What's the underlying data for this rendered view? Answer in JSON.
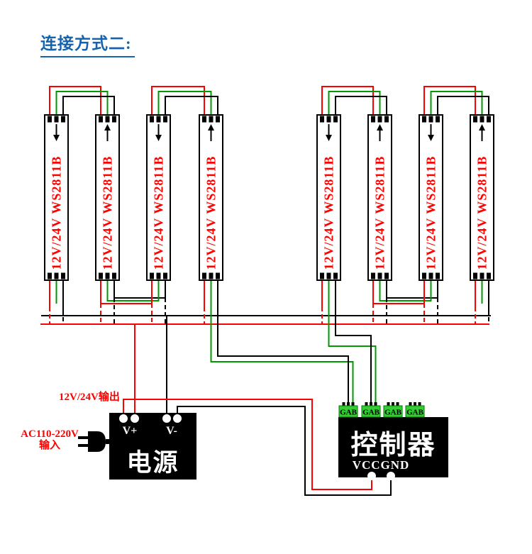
{
  "title": "连接方式二:",
  "strips": [
    {
      "label": "12V/24V  WS2811B",
      "arrow": "down"
    },
    {
      "label": "12V/24V  WS2811B",
      "arrow": "up"
    },
    {
      "label": "12V/24V  WS2811B",
      "arrow": "down"
    },
    {
      "label": "12V/24V  WS2811B",
      "arrow": "up"
    },
    {
      "label": "12V/24V  WS2811B",
      "arrow": "down"
    },
    {
      "label": "12V/24V  WS2811B",
      "arrow": "up"
    },
    {
      "label": "12V/24V  WS2811B",
      "arrow": "down"
    },
    {
      "label": "12V/24V  WS2811B",
      "arrow": "up"
    }
  ],
  "power_supply": {
    "name": "电源",
    "terminal_positive": "V+",
    "terminal_negative": "V-",
    "output_label": "12V/24V输出",
    "input_label_line1": "AC110-220V",
    "input_label_line2": "输入"
  },
  "controller": {
    "name": "控制器",
    "power_label": "VCCGND",
    "ports": [
      {
        "label": "GAB"
      },
      {
        "label": "GAB"
      },
      {
        "label": "GAB"
      },
      {
        "label": "GAB"
      }
    ]
  },
  "colors": {
    "title_blue": "#1562AE",
    "label_red": "#FF0000",
    "wire_red": "#FF0000",
    "wire_green": "#009900",
    "wire_black": "#000000",
    "port_green": "#33CC33"
  }
}
